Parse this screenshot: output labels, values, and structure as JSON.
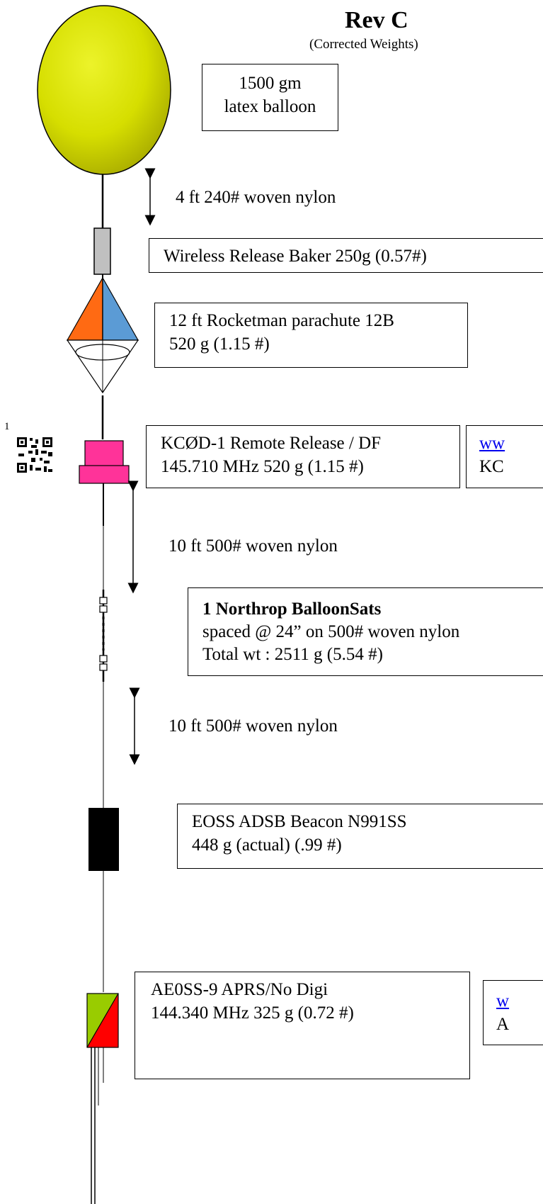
{
  "header": {
    "title": "Rev C",
    "subtitle": "(Corrected Weights)"
  },
  "balloon": {
    "line1": "1500 gm",
    "line2": "latex balloon",
    "color": "#d8e000"
  },
  "leads": {
    "lead_4ft": "4 ft 240# woven nylon",
    "lead_10ft_a": "10 ft 500# woven nylon",
    "lead_10ft_b": "10 ft 500# woven nylon"
  },
  "release": {
    "text": "Wireless Release Baker 250g (0.57#)"
  },
  "parachute": {
    "line1": "12 ft Rocketman parachute  12B",
    "line2": "520 g (1.15 #)",
    "left_color": "#ff6a13",
    "right_color": "#5b9bd5"
  },
  "remote_release": {
    "footnote": "1",
    "line1": "KCØD-1 Remote Release  / DF",
    "line2": "145.710 MHz 520 g (1.15 #)",
    "link_text": "ww",
    "side_text": "KC",
    "color": "#ff3399"
  },
  "balloonsats": {
    "line1": "1 Northrop BalloonSats",
    "line2": "spaced @ 24” on 500# woven nylon",
    "line3": "Total wt : 2511 g (5.54 #)"
  },
  "adsb": {
    "line1": "EOSS ADSB Beacon N991SS",
    "line2": "448 g (actual) (.99 #)"
  },
  "aprs": {
    "line1": "AE0SS-9 APRS/No Digi",
    "line2": "144.340 MHz   325 g (0.72 #)",
    "link_text": "w",
    "side_text": "A",
    "color_top": "#99cc00",
    "color_bottom": "#ff0000"
  }
}
